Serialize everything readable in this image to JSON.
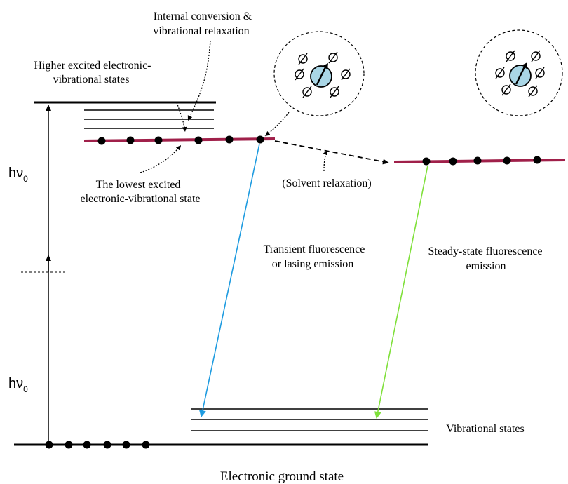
{
  "labels": {
    "internal_conversion_line1": "Internal conversion &",
    "internal_conversion_line2": "vibrational relaxation",
    "higher_states_line1": "Higher excited electronic-",
    "higher_states_line2": "vibrational states",
    "lowest_state_line1": "The lowest excited",
    "lowest_state_line2": "electronic-vibrational state",
    "solvent_relaxation": "(Solvent relaxation)",
    "transient_line1": "Transient fluorescence",
    "transient_line2": "or lasing emission",
    "steady_line1": "Steady-state fluorescence",
    "steady_line2": "emission",
    "vibrational_states": "Vibrational states",
    "ground_state": "Electronic ground state",
    "photon_energy": "hν",
    "photon_energy_sub": "0"
  },
  "colors": {
    "excited_level": "#a0204a",
    "transient_arrow": "#1e9be0",
    "steady_arrow": "#7fe03a",
    "solute_fill": "#a9d6e6"
  }
}
